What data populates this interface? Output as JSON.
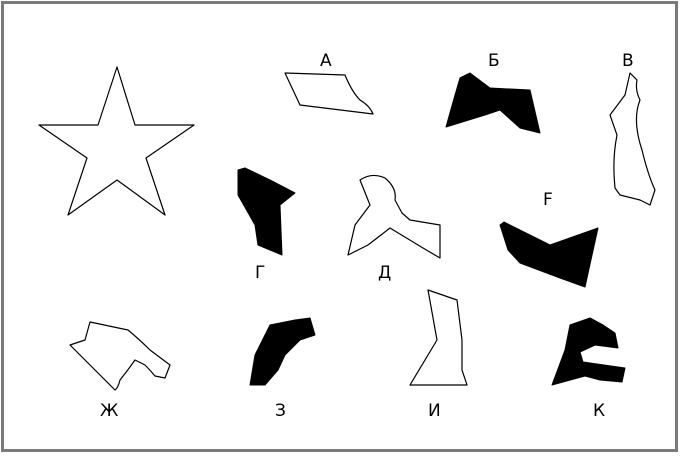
{
  "figure": {
    "labels": {
      "a": "А",
      "b": "Б",
      "v": "В",
      "g": "Г",
      "d": "Д",
      "f": "F",
      "zh": "Ж",
      "z": "З",
      "i": "И",
      "k": "К"
    }
  }
}
